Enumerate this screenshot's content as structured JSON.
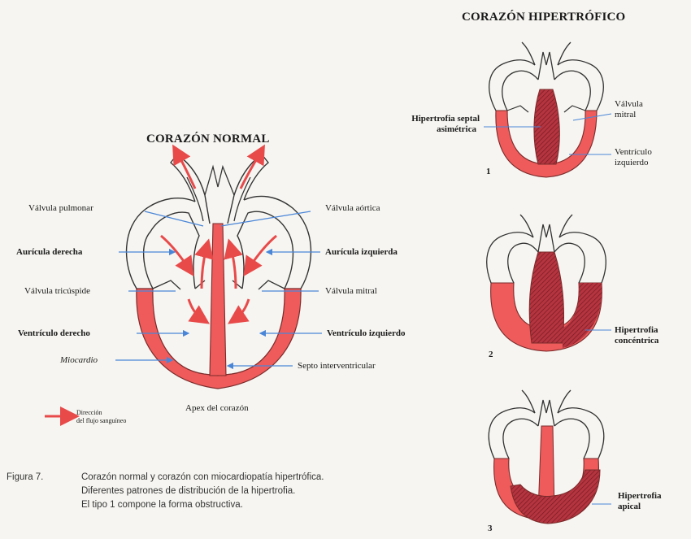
{
  "normal": {
    "title": "CORAZÓN NORMAL",
    "labels": {
      "valvula_pulmonar": "Válvula pulmonar",
      "auricula_derecha": "Aurícula derecha",
      "valvula_tricuspide": "Válvula tricúspide",
      "ventriculo_derecho": "Ventrículo derecho",
      "miocardio": "Miocardio",
      "valvula_aortica": "Válvula aórtica",
      "auricula_izquierda": "Aurícula izquierda",
      "valvula_mitral": "Válvula mitral",
      "ventriculo_izquierdo": "Ventrículo izquierdo",
      "septo": "Septo interventricular",
      "apex": "Apex del corazón"
    },
    "legend": {
      "line1": "Dirección",
      "line2": "del flujo sanguíneo"
    }
  },
  "hypertrophic": {
    "title": "CORAZÓN HIPERTRÓFICO",
    "fig1": {
      "number": "1",
      "label_line1": "Hipertrofia septal",
      "label_line2": "asimétrica",
      "valvula_mitral_l1": "Válvula",
      "valvula_mitral_l2": "mitral",
      "ventriculo_l1": "Ventrículo",
      "ventriculo_l2": "izquierdo"
    },
    "fig2": {
      "number": "2",
      "label_line1": "Hipertrofia",
      "label_line2": "concéntrica"
    },
    "fig3": {
      "number": "3",
      "label_line1": "Hipertrofia",
      "label_line2": "apical"
    }
  },
  "caption": {
    "label": "Figura 7.",
    "line1": "Corazón normal y corazón con miocardiopatía hipertrófica.",
    "line2": "Diferentes patrones de distribución de la hipertrofia.",
    "line3": "El tipo 1 compone la forma obstructiva."
  },
  "colors": {
    "myocardium": "#ef5b5b",
    "hypertrophy": "#b5343f",
    "arrow_flow": "#e84a4a",
    "pointer": "#4a86d8"
  }
}
